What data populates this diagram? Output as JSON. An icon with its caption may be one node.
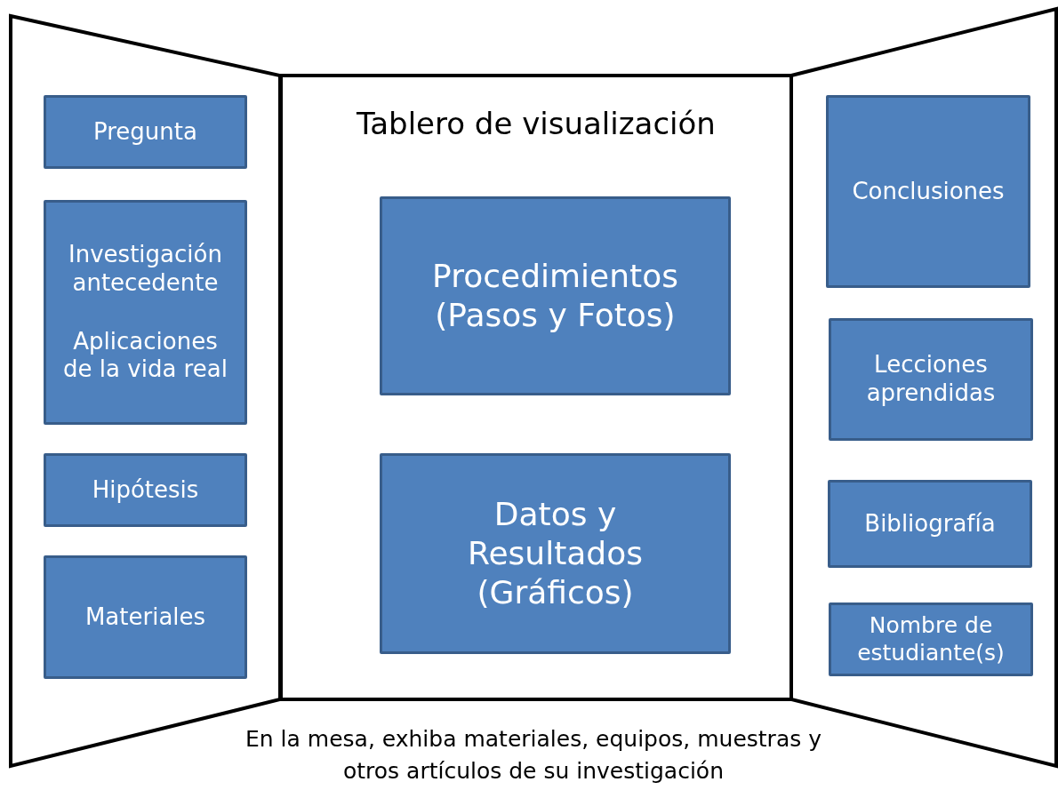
{
  "diagram": {
    "nodes": [
      {
        "text": [],
        "shape": "trapezoid"
      },
      {
        "text": [
          "Pregunta"
        ],
        "in": 0
      },
      {
        "text": [
          "Investigación antecedente",
          "Aplicaciones de la vida real"
        ],
        "in": 0
      },
      {
        "text": [
          "Hipótesis"
        ],
        "in": 0
      },
      {
        "text": [
          "Materiales"
        ],
        "in": 0
      },
      {
        "text": [
          "Tablero de visualización"
        ]
      },
      {
        "text": [
          "Procedimientos (Pasos y Fotos)"
        ],
        "in": 5
      },
      {
        "text": [
          "Datos y Resultados (Gráficos)"
        ],
        "in": 5
      },
      {
        "text": [],
        "shape": "trapezoid"
      },
      {
        "text": [
          "Conclusiones"
        ],
        "in": 8
      },
      {
        "text": [
          "Lecciones aprendidas"
        ],
        "in": 8
      },
      {
        "text": [
          "Bibliografía"
        ],
        "in": 8
      },
      {
        "text": [
          "Nombre de estudiante(s)"
        ],
        "in": 8
      }
    ],
    "labels": [
      "En la mesa, exhiba materiales, equipos, muestras y otros artículos de su investigación"
    ]
  }
}
